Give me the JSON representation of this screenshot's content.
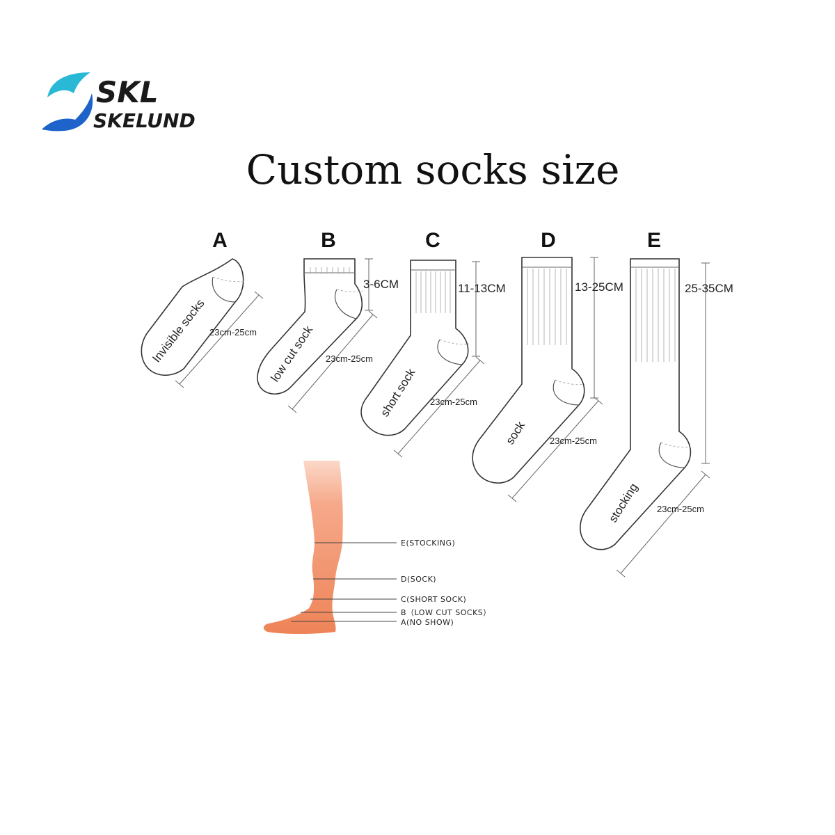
{
  "logo": {
    "line1": "SKL",
    "line2": "SKELUND",
    "colors": {
      "top": "#29b8d6",
      "bottom": "#1d63c9"
    }
  },
  "title": "Custom socks size",
  "socks": [
    {
      "letter": "A",
      "name": "Invisible socks",
      "length": "23cm-25cm",
      "height": ""
    },
    {
      "letter": "B",
      "name": "low cut sock",
      "length": "23cm-25cm",
      "height": "3-6CM"
    },
    {
      "letter": "C",
      "name": "short sock",
      "length": "23cm-25cm",
      "height": "11-13CM"
    },
    {
      "letter": "D",
      "name": "sock",
      "length": "23cm-25cm",
      "height": "13-25CM"
    },
    {
      "letter": "E",
      "name": "stocking",
      "length": "23cm-25cm",
      "height": "25-35CM"
    }
  ],
  "leg_levels": [
    "E(STOCKING)",
    "D(SOCK)",
    "C(SHORT SOCK)",
    "B（LOW CUT SOCKS）",
    "A(NO SHOW)"
  ],
  "colors": {
    "leg_top": "#f6a98a",
    "leg_bottom": "#f08a62"
  }
}
